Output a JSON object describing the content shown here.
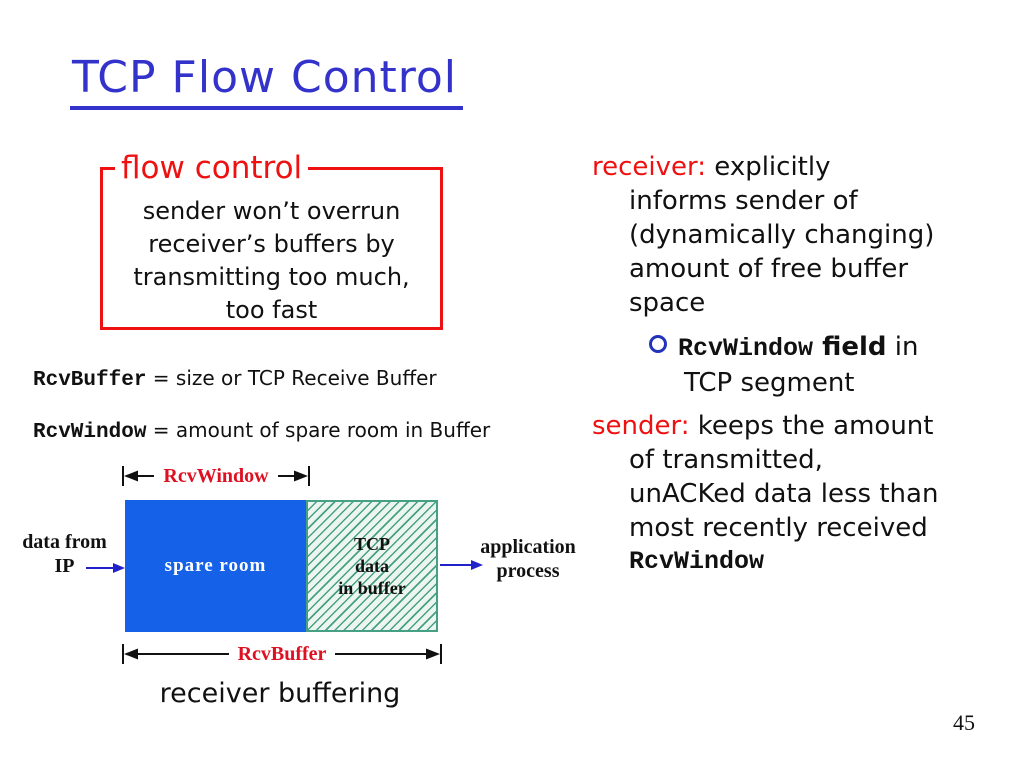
{
  "slide": {
    "title": "TCP Flow Control",
    "page_number": "45"
  },
  "flow_control_box": {
    "title": "flow control",
    "lines": [
      "sender won’t overrun",
      "receiver’s buffers by",
      "transmitting too much,",
      "too fast"
    ]
  },
  "definitions": [
    {
      "term": "RcvBuffer",
      "rest": " = size or TCP Receive Buffer"
    },
    {
      "term": "RcvWindow",
      "rest": " = amount of spare room in Buffer"
    }
  ],
  "diagram": {
    "rcvwindow_label": "RcvWindow",
    "rcvbuffer_label": "RcvBuffer",
    "spare_room_label": "spare room",
    "tcp_data_lines": [
      "TCP",
      "data",
      "in buffer"
    ],
    "input_label_lines": [
      "data from",
      "IP"
    ],
    "output_label_lines": [
      "application",
      "process"
    ],
    "caption": "receiver buffering"
  },
  "right_column": {
    "receiver": {
      "label": "receiver:",
      "first_line_rest": " explicitly",
      "lines": [
        "informs sender of",
        "(dynamically changing)",
        "amount of free buffer",
        "space"
      ]
    },
    "sub_bullet": {
      "mono": "RcvWindow",
      "bold": " field",
      "rest": " in",
      "line2": "TCP segment"
    },
    "sender": {
      "label": "sender:",
      "first_line_rest": " keeps the amount",
      "lines": [
        "of transmitted,",
        "unACKed data less than",
        "most recently received"
      ],
      "mono_line": "RcvWindow"
    }
  },
  "colors": {
    "title_blue": "#3333CC",
    "accent_red": "#EE1111",
    "label_red": "#DD1122",
    "buffer_blue": "#1561E8",
    "arrow_blue": "#2222CC",
    "hatch_green": "#46A083",
    "hatch_bg": "#ECF5F0"
  }
}
